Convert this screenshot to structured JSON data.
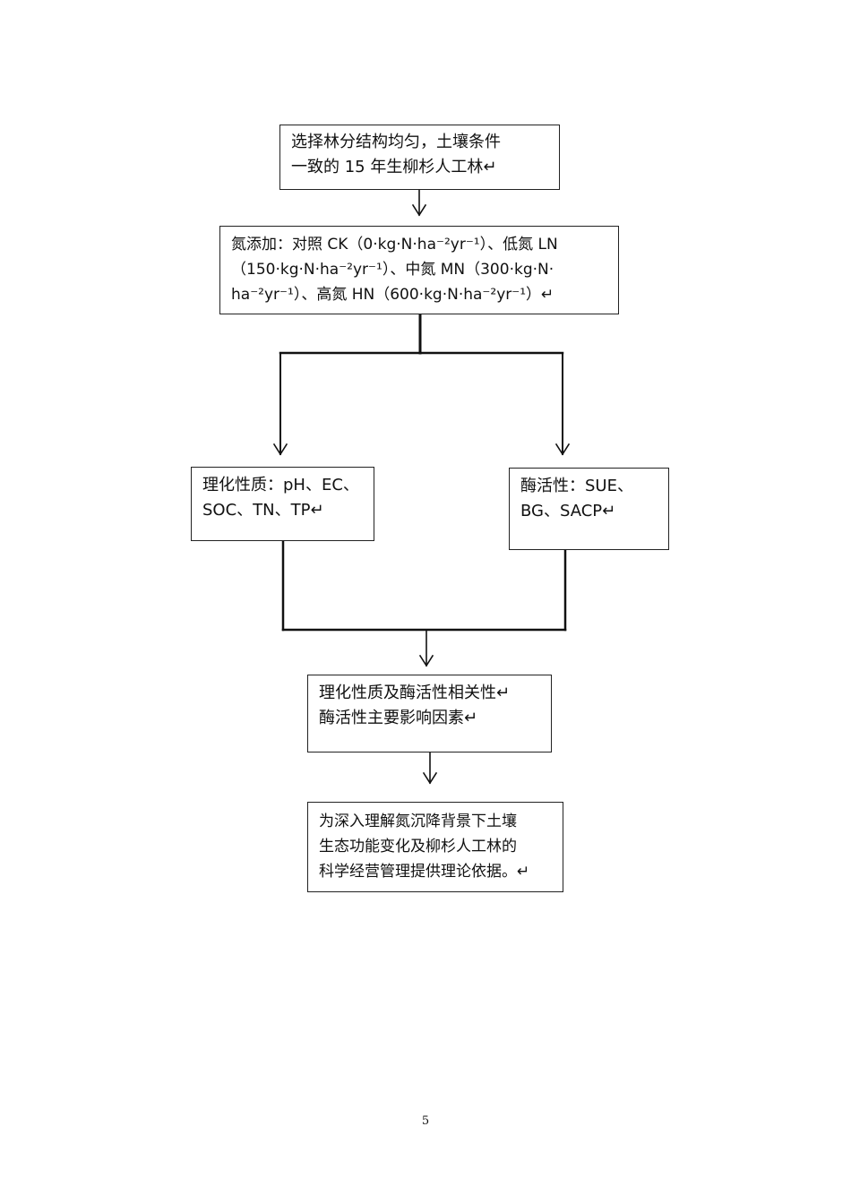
{
  "flowchart": {
    "steps": [
      {
        "id": "step-select-forest",
        "text": "选择林分结构均匀，土壤条件\n一致的 15 年生柳杉人工林↵"
      },
      {
        "id": "step-nitrogen-addition",
        "text": "氮添加：对照 CK（0·kg·N·ha⁻²yr⁻¹）、低氮 LN\n（150·kg·N·ha⁻²yr⁻¹）、中氮 MN（300·kg·N·\nha⁻²yr⁻¹）、高氮 HN（600·kg·N·ha⁻²yr⁻¹）↵"
      },
      {
        "id": "step-physicochemical",
        "text": "理化性质：pH、EC、\nSOC、TN、TP↵"
      },
      {
        "id": "step-enzyme-activity",
        "text": "酶活性：SUE、\nBG、SACP↵"
      },
      {
        "id": "step-correlation",
        "text": "理化性质及酶活性相关性↵\n酶活性主要影响因素↵"
      },
      {
        "id": "step-conclusion",
        "text": "为深入理解氮沉降背景下土壤\n生态功能变化及柳杉人工林的\n科学经营管理提供理论依据。↵"
      }
    ]
  },
  "page": {
    "number": "5"
  }
}
